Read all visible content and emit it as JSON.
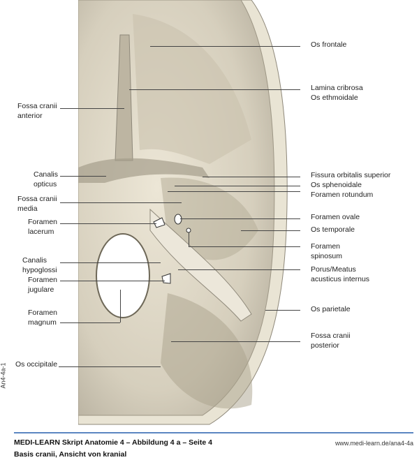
{
  "figure": {
    "side_code": "An4-4a-1",
    "labels_left": {
      "fossa_anterior": [
        "Fossa cranii",
        "anterior"
      ],
      "canalis_opticus": [
        "Canalis",
        "opticus"
      ],
      "fossa_media": [
        "Fossa cranii",
        "media"
      ],
      "foramen_lacerum": [
        "Foramen",
        "lacerum"
      ],
      "canalis_hypoglossi": [
        "Canalis",
        "hypoglossi"
      ],
      "foramen_jugulare": [
        "Foramen",
        "jugulare"
      ],
      "foramen_magnum": [
        "Foramen",
        "magnum"
      ],
      "os_occipitale": "Os occipitale"
    },
    "labels_right": {
      "os_frontale": "Os frontale",
      "lamina_cribrosa": [
        "Lamina cribrosa",
        "Os ethmoidale"
      ],
      "fissura": "Fissura orbitalis superior",
      "os_sphenoidale": "Os sphenoidale",
      "foramen_rotundum": "Foramen rotundum",
      "foramen_ovale": "Foramen ovale",
      "os_temporale": "Os temporale",
      "foramen_spinosum": [
        "Foramen",
        "spinosum"
      ],
      "porus": [
        "Porus/Meatus",
        "acusticus internus"
      ],
      "os_parietale": "Os parietale",
      "fossa_posterior": [
        "Fossa cranii",
        "posterior"
      ]
    }
  },
  "footer": {
    "title": "MEDI-LEARN Skript Anatomie 4 – Abbildung 4 a – Seite 4",
    "subtitle": "Basis cranii, Ansicht von kranial",
    "url": "www.medi-learn.de/ana4-4a",
    "rule_color": "#5b86c1"
  }
}
